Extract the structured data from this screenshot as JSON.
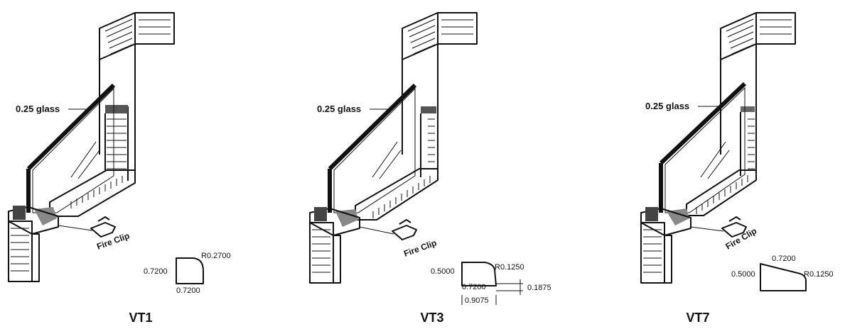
{
  "panels": [
    {
      "title": "VT1",
      "glass_label": "0.25 glass",
      "clip_label": "Fire Clip",
      "dims": [
        "0.7200",
        "R0.2700",
        "0.7200"
      ]
    },
    {
      "title": "VT3",
      "glass_label": "0.25 glass",
      "clip_label": "Fire Clip",
      "dims": [
        "0.5000",
        "R0.1250",
        "0.7200",
        "0.1875",
        "0.9075"
      ]
    },
    {
      "title": "VT7",
      "glass_label": "0.25 glass",
      "clip_label": "Fire Clip",
      "dims": [
        "0.7200",
        "0.5000",
        "R0.1250"
      ]
    }
  ]
}
